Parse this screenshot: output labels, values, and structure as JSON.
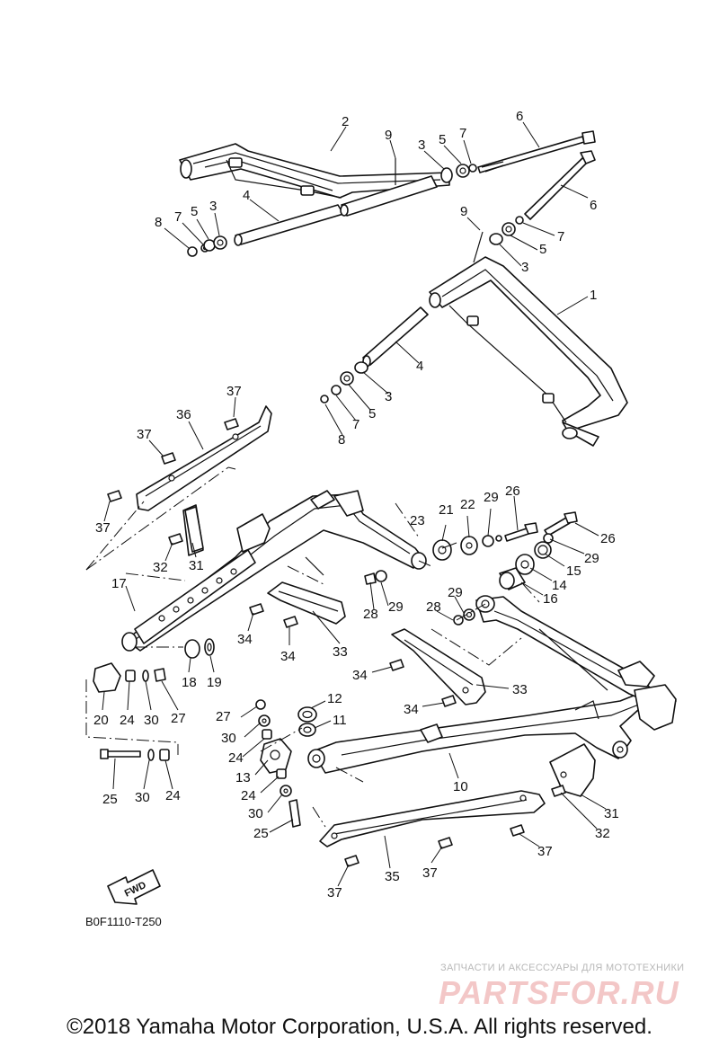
{
  "diagram_code": "B0F1110-T250",
  "fwd_label": "FWD",
  "watermark": {
    "tagline": "ЗАПЧАСТИ И АКСЕССУАРЫ ДЛЯ МОТОТЕХНИКИ",
    "brand": "PARTSFOR.RU"
  },
  "copyright": "©2018 Yamaha Motor Corporation, U.S.A. All rights reserved.",
  "callouts": [
    "2",
    "9",
    "3",
    "5",
    "7",
    "6",
    "6",
    "8",
    "7",
    "5",
    "3",
    "4",
    "9",
    "5",
    "7",
    "3",
    "1",
    "4",
    "3",
    "5",
    "7",
    "8",
    "37",
    "36",
    "37",
    "37",
    "26",
    "22",
    "29",
    "23",
    "21",
    "26",
    "29",
    "15",
    "14",
    "16",
    "32",
    "31",
    "17",
    "28",
    "29",
    "29",
    "28",
    "34",
    "34",
    "33",
    "34",
    "33",
    "34",
    "18",
    "19",
    "20",
    "24",
    "30",
    "27",
    "12",
    "27",
    "11",
    "30",
    "24",
    "13",
    "24",
    "30",
    "25",
    "10",
    "25",
    "30",
    "24",
    "31",
    "32",
    "37",
    "35",
    "37",
    "37"
  ]
}
